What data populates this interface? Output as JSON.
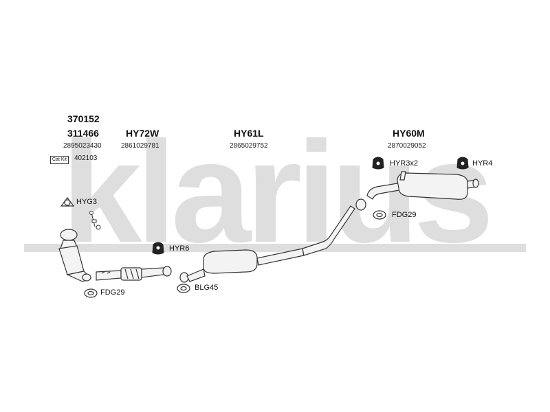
{
  "watermark": {
    "text": "klarius",
    "color": "#dcdcdc"
  },
  "header_codes": {
    "line1": "370152",
    "line2": "311466"
  },
  "columns": [
    {
      "code": "HY72W",
      "number": "2861029781"
    },
    {
      "code": "HY61L",
      "number": "2865029752"
    },
    {
      "code": "HY60M",
      "number": "2870029052"
    }
  ],
  "left_number": "2895023430",
  "cat_kit": {
    "badge": "Cat Kit",
    "number": "402103"
  },
  "fittings": {
    "hyg3": "HYG3",
    "fdg29_left": "FDG29",
    "hyr6": "HYR6",
    "blg45": "BLG45",
    "hyr3x2": "HYR3x2",
    "hyr4": "HYR4",
    "fdg29_right": "FDG29"
  },
  "icons": {
    "mount": "rubber-hanger-icon",
    "gasket": "gasket-icon",
    "bracket": "triangle-flange-icon",
    "sensor": "lambda-sensor-icon"
  }
}
